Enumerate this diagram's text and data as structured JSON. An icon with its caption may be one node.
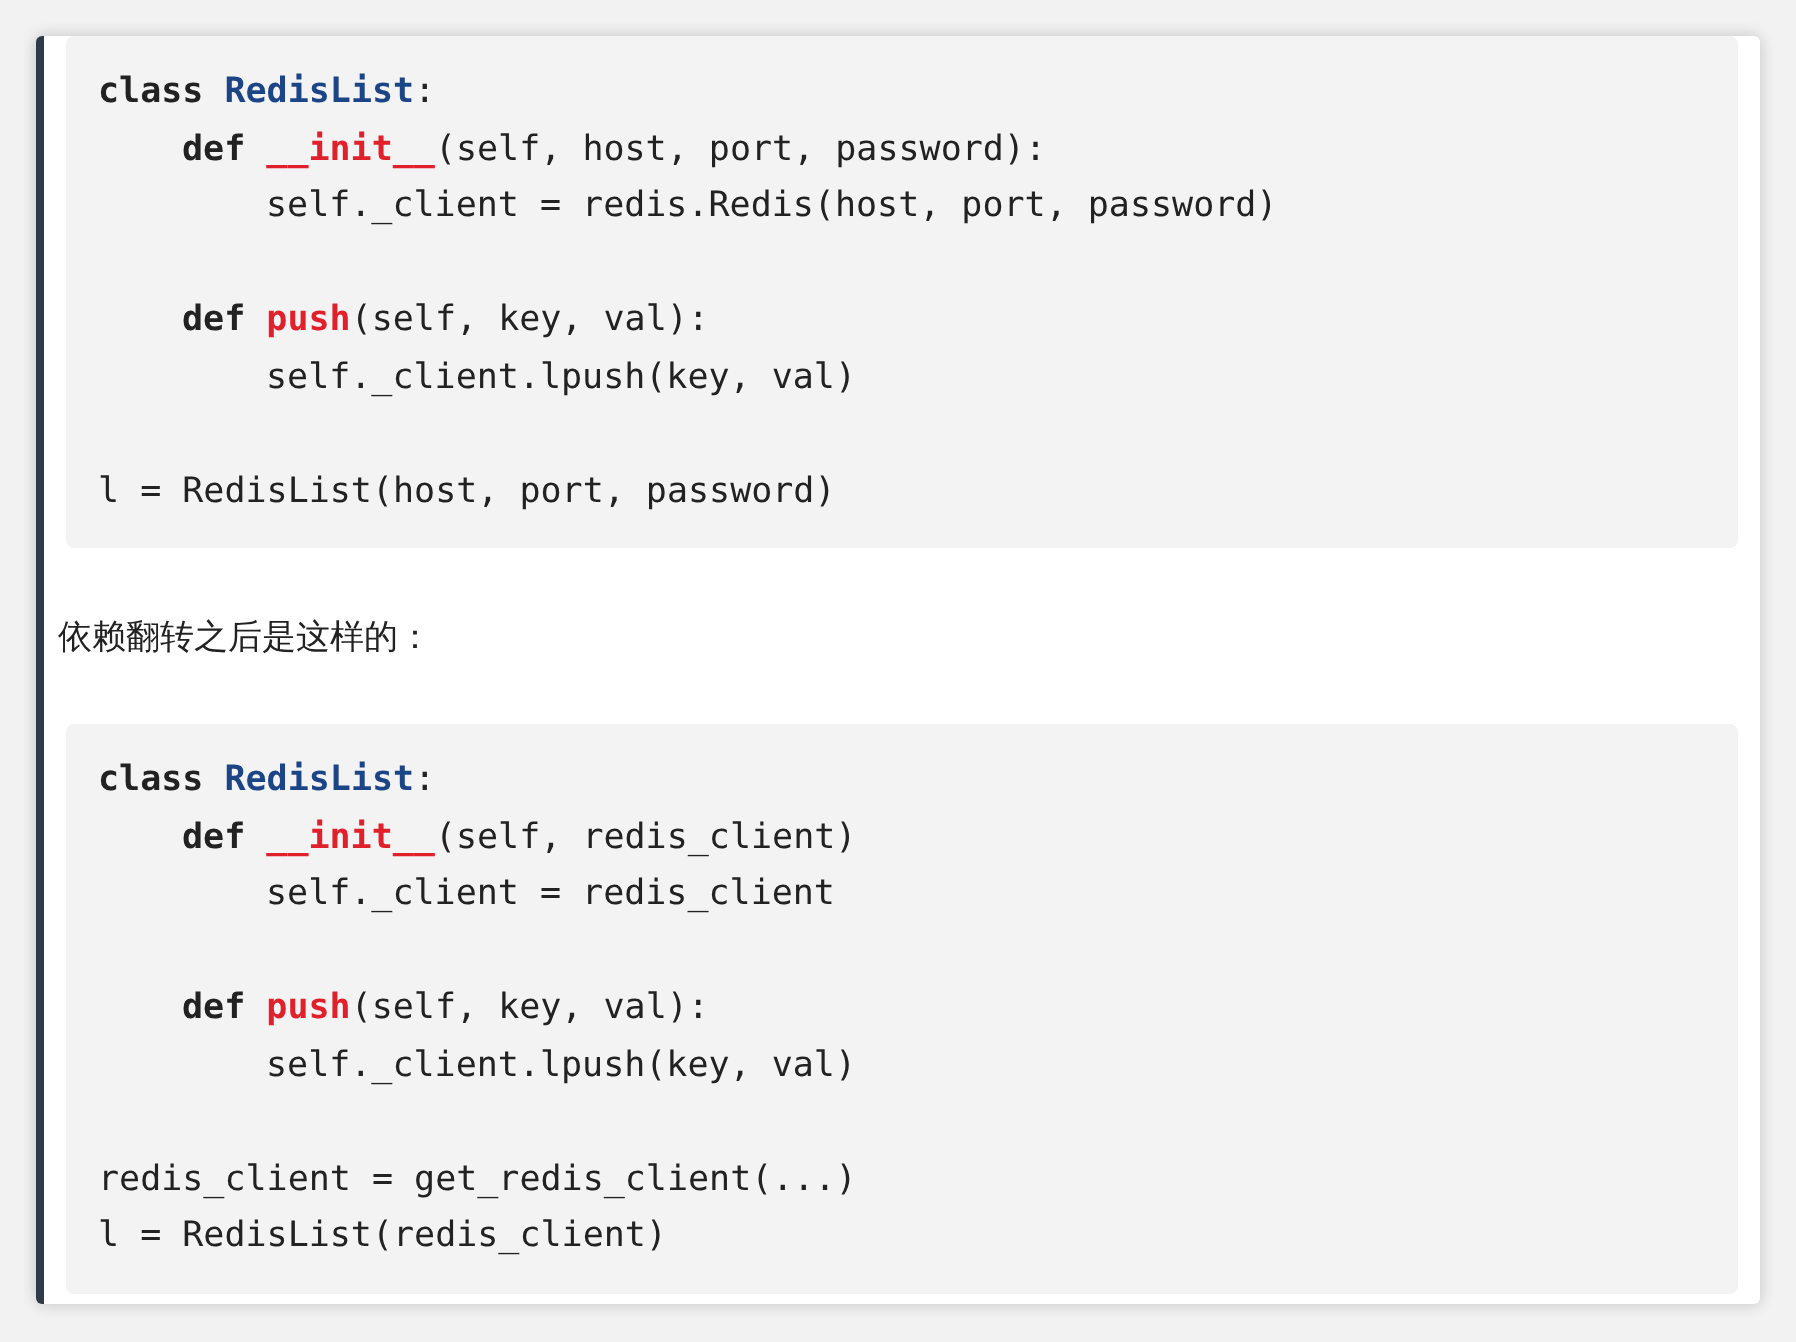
{
  "diagram": {
    "nodes": [
      {
        "text": [
          "**class** **RedisList**:",
          "**def** **__init__**(self, host, port, password):",
          "self._client = redis.Redis(host, port, password)",
          "**def** **push**(self, key, val):",
          "self._client.lpush(key, val)",
          "l = RedisList(host, port, password)"
        ]
      },
      {
        "text": [
          "**class** **RedisList**:",
          "**def** **__init__**(self, redis_client)",
          "self._client = redis_client",
          "**def** **push**(self, key, val):",
          "self._client.lpush(key, val)",
          "redis_client = get_redis_client(...)",
          "l = RedisList(redis_client)"
        ]
      }
    ],
    "labels": [
      "依赖翻转之后是这样的："
    ]
  }
}
